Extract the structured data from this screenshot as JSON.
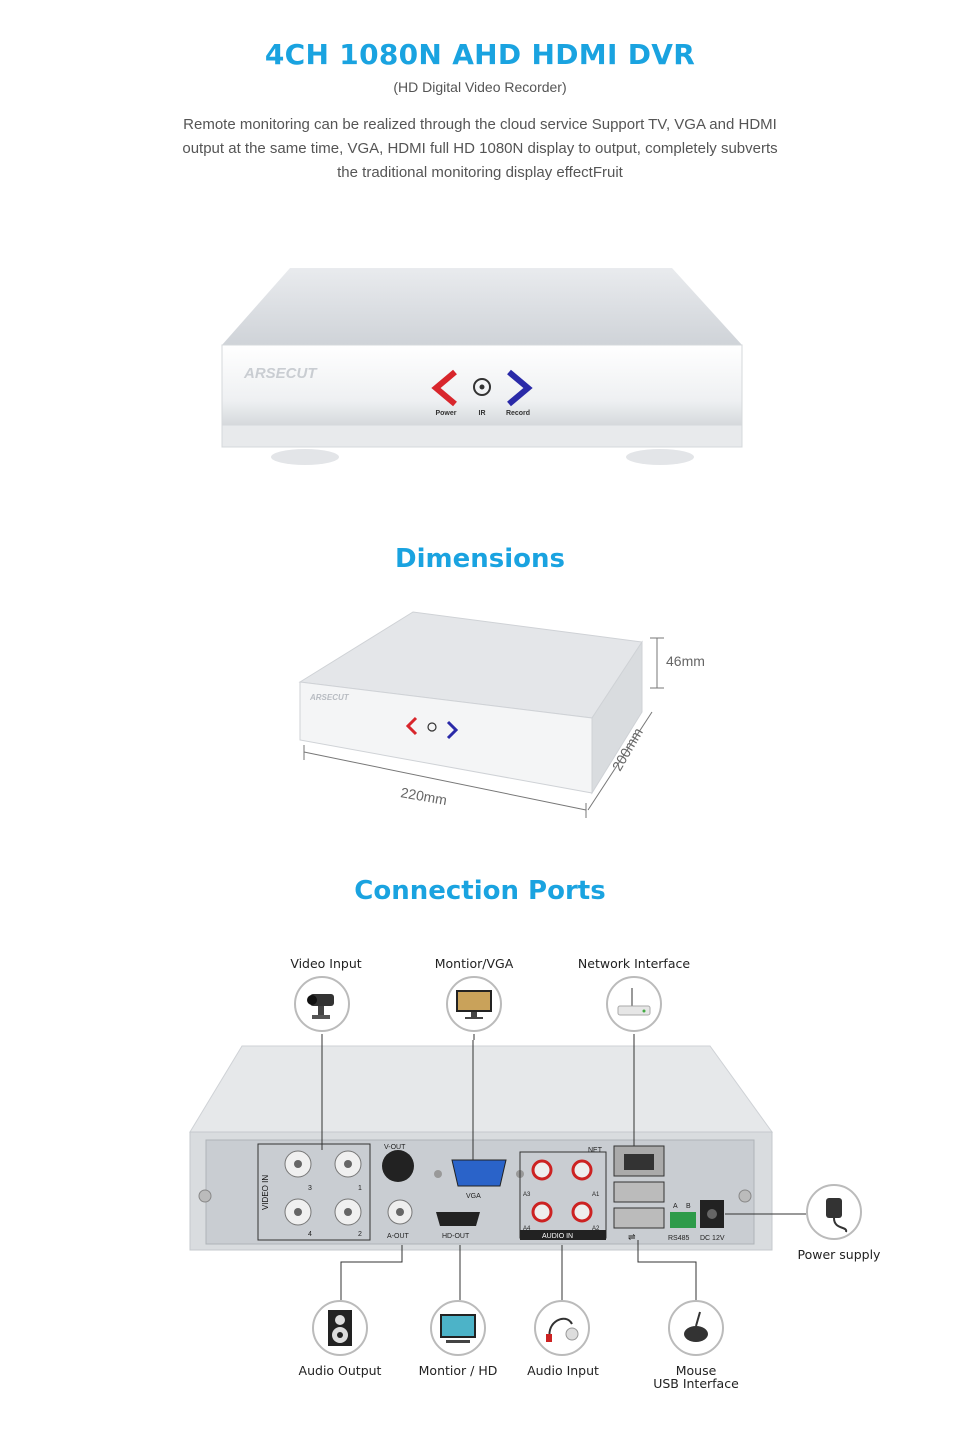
{
  "header": {
    "title": "4CH 1080N AHD HDMI DVR",
    "subtitle": "(HD Digital Video Recorder)",
    "description": "Remote monitoring can be realized through the cloud service Support TV, VGA and HDMI output at the same time, VGA, HDMI full HD 1080N display to output, completely subverts the traditional monitoring display effectFruit"
  },
  "product": {
    "brand": "ARSECUT",
    "buttons": {
      "power": "Power",
      "ir": "IR",
      "record": "Record"
    },
    "accent_red": "#d8262c",
    "accent_blue": "#2a2aa8"
  },
  "dimensions": {
    "title": "Dimensions",
    "height": "46mm",
    "depth": "200mm",
    "width": "220mm"
  },
  "connection": {
    "title": "Connection Ports",
    "top_labels": [
      "Video Input",
      "Montior/VGA",
      "Network Interface"
    ],
    "right_label": "Power supply",
    "bottom_labels": [
      "Audio Output",
      "Montior / HD",
      "Audio Input"
    ],
    "mouse_label_1": "Mouse",
    "mouse_label_2": "USB Interface",
    "panel": {
      "video_in": "VIDEO IN",
      "v_out": "V-OUT",
      "a_out": "A-OUT",
      "vga": "VGA",
      "hd_out": "HD-OUT",
      "audio_in": "AUDIO IN",
      "net": "NET",
      "rs485": "RS485",
      "dc": "DC 12V",
      "a": "A",
      "b": "B",
      "ch": [
        "3",
        "1",
        "4",
        "2"
      ],
      "audio_ch": [
        "A3",
        "A1",
        "A4",
        "A2"
      ]
    }
  },
  "colors": {
    "accent": "#1aa3e0"
  }
}
